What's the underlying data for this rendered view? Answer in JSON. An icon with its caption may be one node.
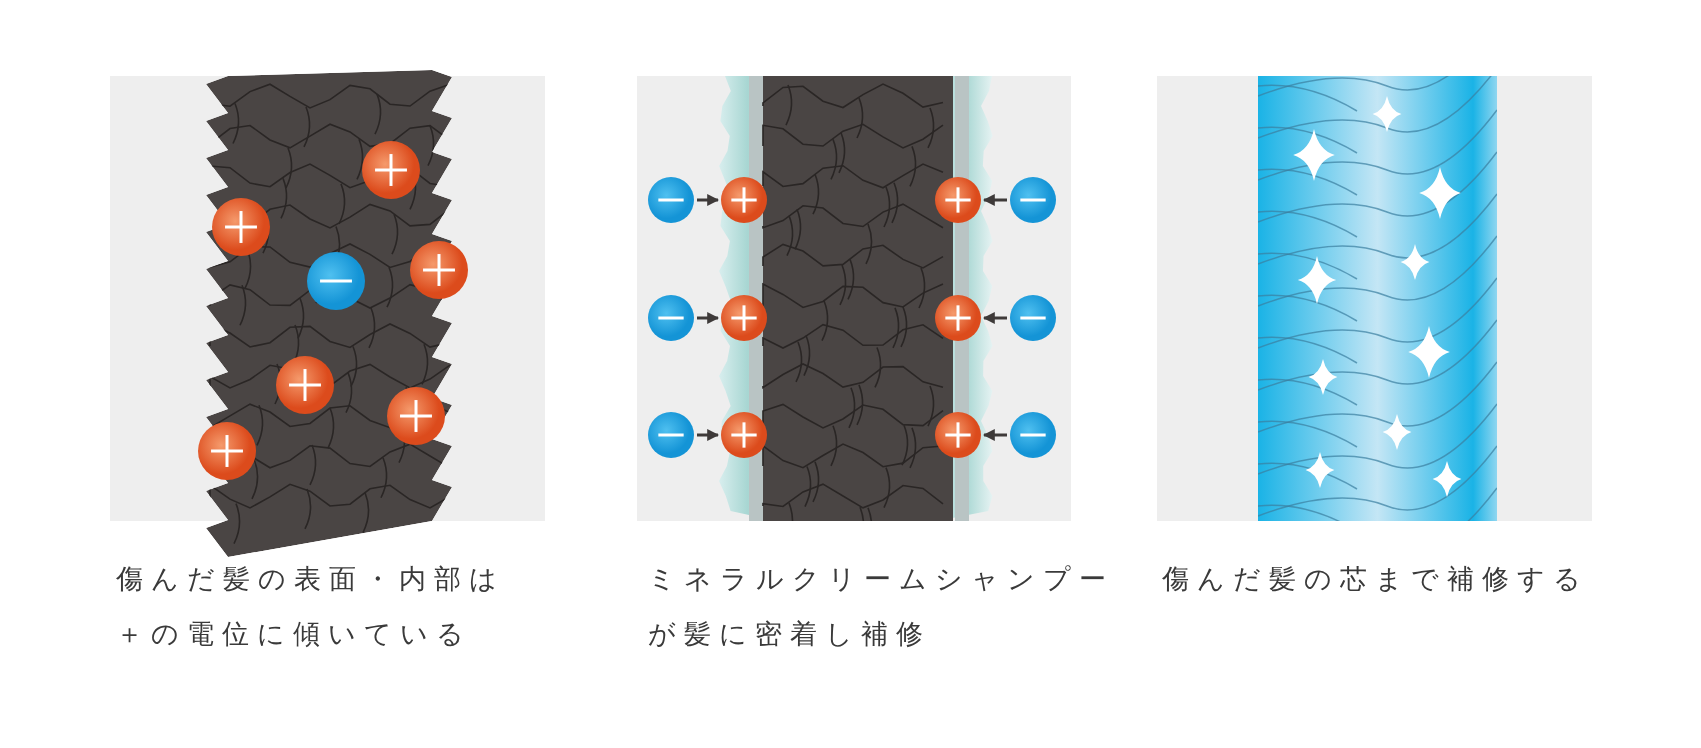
{
  "diagram": {
    "nodes": [
      {
        "text": [
          "傷んだ髪の表面・内部は＋の電位に傾いている"
        ]
      },
      {
        "text": [
          "ミネラルクリームシャンプーが髪に密着し補修"
        ]
      },
      {
        "text": [
          "傷んだ髪の芯まで補修する"
        ]
      },
      {
        "text": [],
        "shape": "circle",
        "in": 1
      },
      {
        "text": [],
        "shape": "circle",
        "in": 1
      },
      {
        "text": [],
        "shape": "circle",
        "in": 1
      },
      {
        "text": [],
        "shape": "circle",
        "in": 1
      },
      {
        "text": [],
        "shape": "circle",
        "in": 1
      },
      {
        "text": [],
        "shape": "circle",
        "in": 1
      },
      {
        "text": [],
        "shape": "circle",
        "in": 1
      },
      {
        "text": [],
        "shape": "circle",
        "in": 1
      },
      {
        "text": [],
        "shape": "circle",
        "in": 1
      },
      {
        "text": [],
        "shape": "circle",
        "in": 1
      },
      {
        "text": [],
        "shape": "circle",
        "in": 1
      },
      {
        "text": [],
        "shape": "circle",
        "in": 1
      }
    ],
    "edges": [
      {
        "from": 3,
        "to": 4,
        "arrow": "to"
      },
      {
        "from": 6,
        "to": 5,
        "arrow": "to"
      },
      {
        "from": 7,
        "to": 8,
        "arrow": "to"
      },
      {
        "from": 10,
        "to": 9,
        "arrow": "to"
      },
      {
        "from": 11,
        "to": 12,
        "arrow": "to"
      },
      {
        "from": 14,
        "to": 13,
        "arrow": "to"
      }
    ]
  }
}
